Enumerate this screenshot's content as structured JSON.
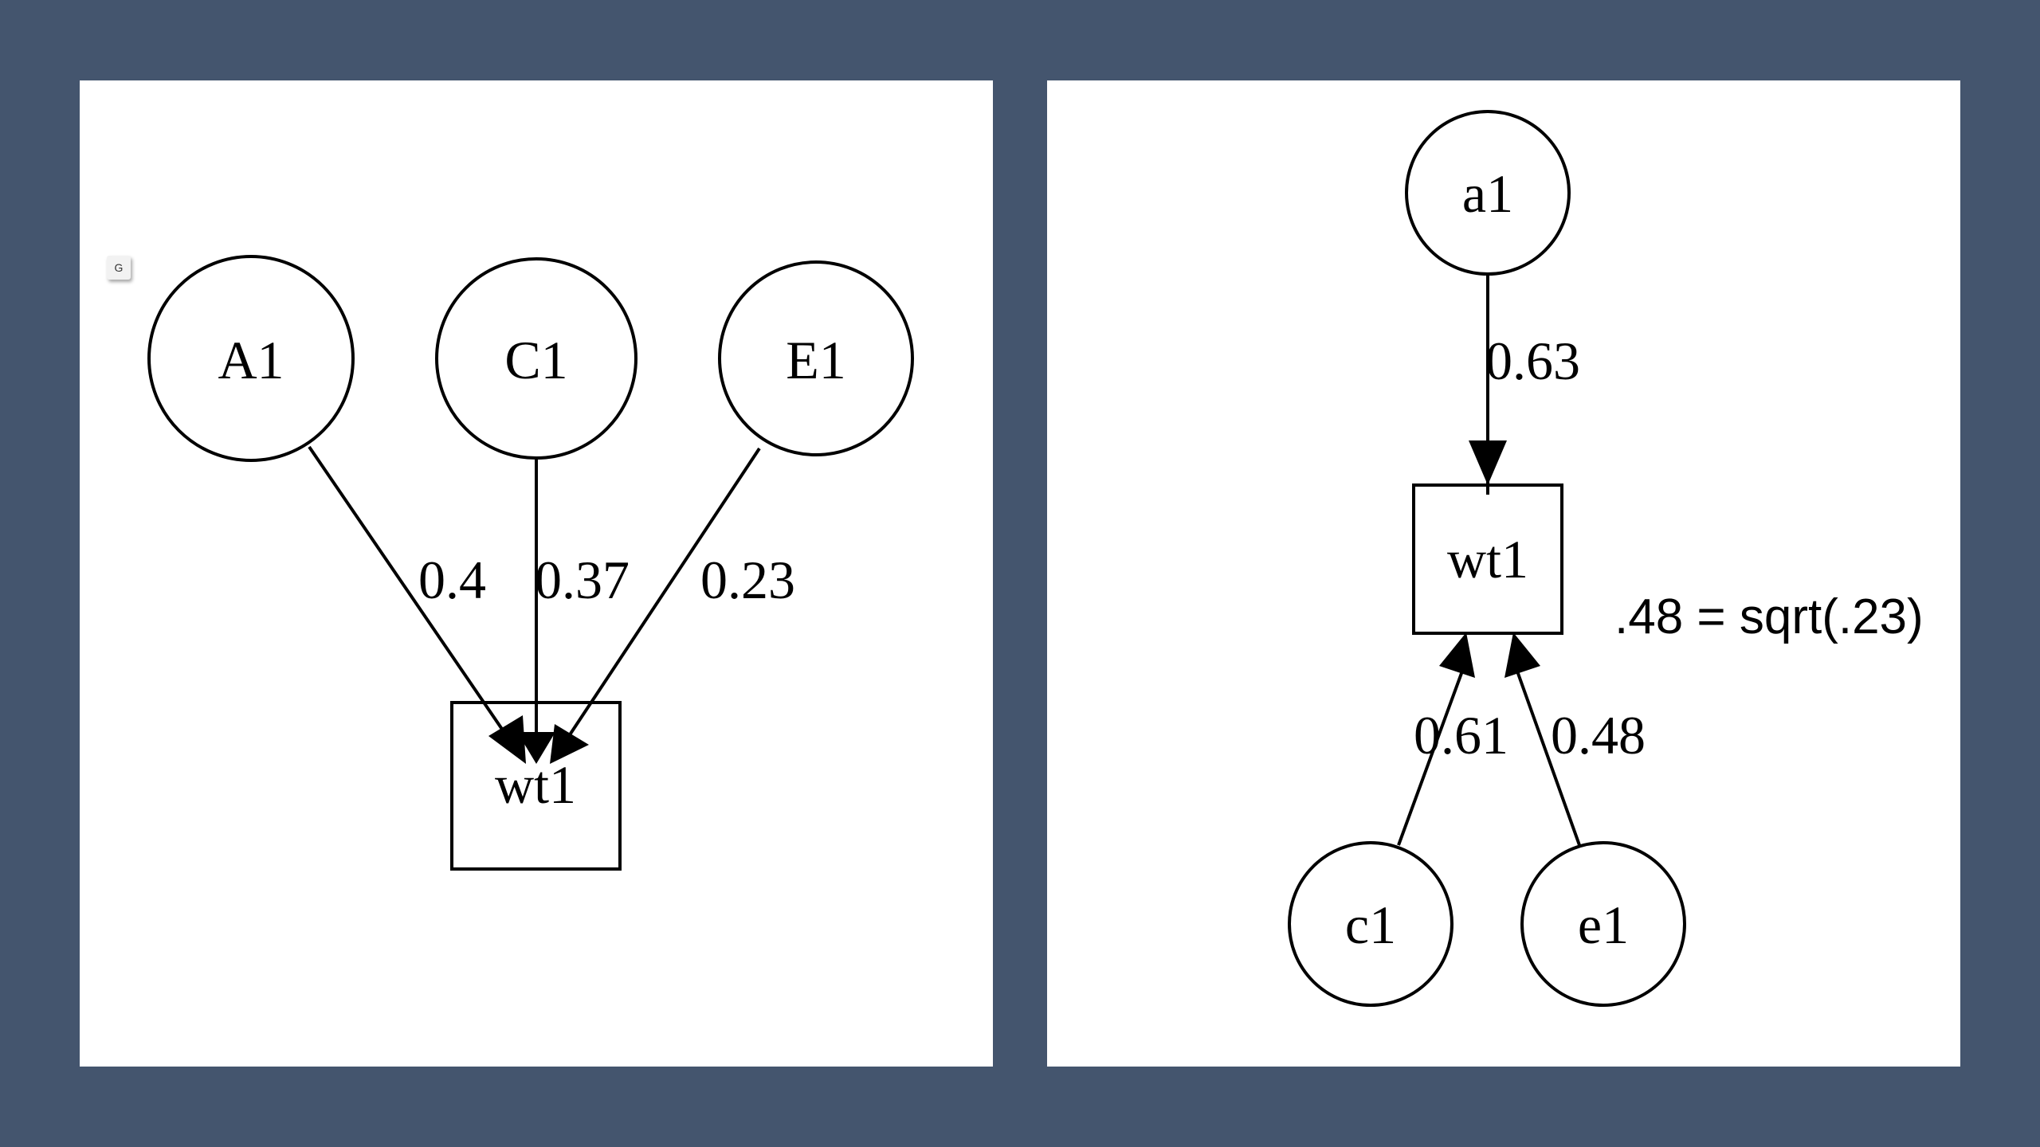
{
  "left_diagram": {
    "badge": "G",
    "nodes": {
      "a": "A1",
      "c": "C1",
      "e": "E1",
      "wt": "wt1"
    },
    "edges": {
      "a_wt": "0.4",
      "c_wt": "0.37",
      "e_wt": "0.23"
    }
  },
  "right_diagram": {
    "nodes": {
      "a": "a1",
      "wt": "wt1",
      "c": "c1",
      "e": "e1"
    },
    "edges": {
      "a_wt": "0.63",
      "c_wt": "0.61",
      "e_wt": "0.48"
    },
    "note": ".48 = sqrt(.23)"
  }
}
